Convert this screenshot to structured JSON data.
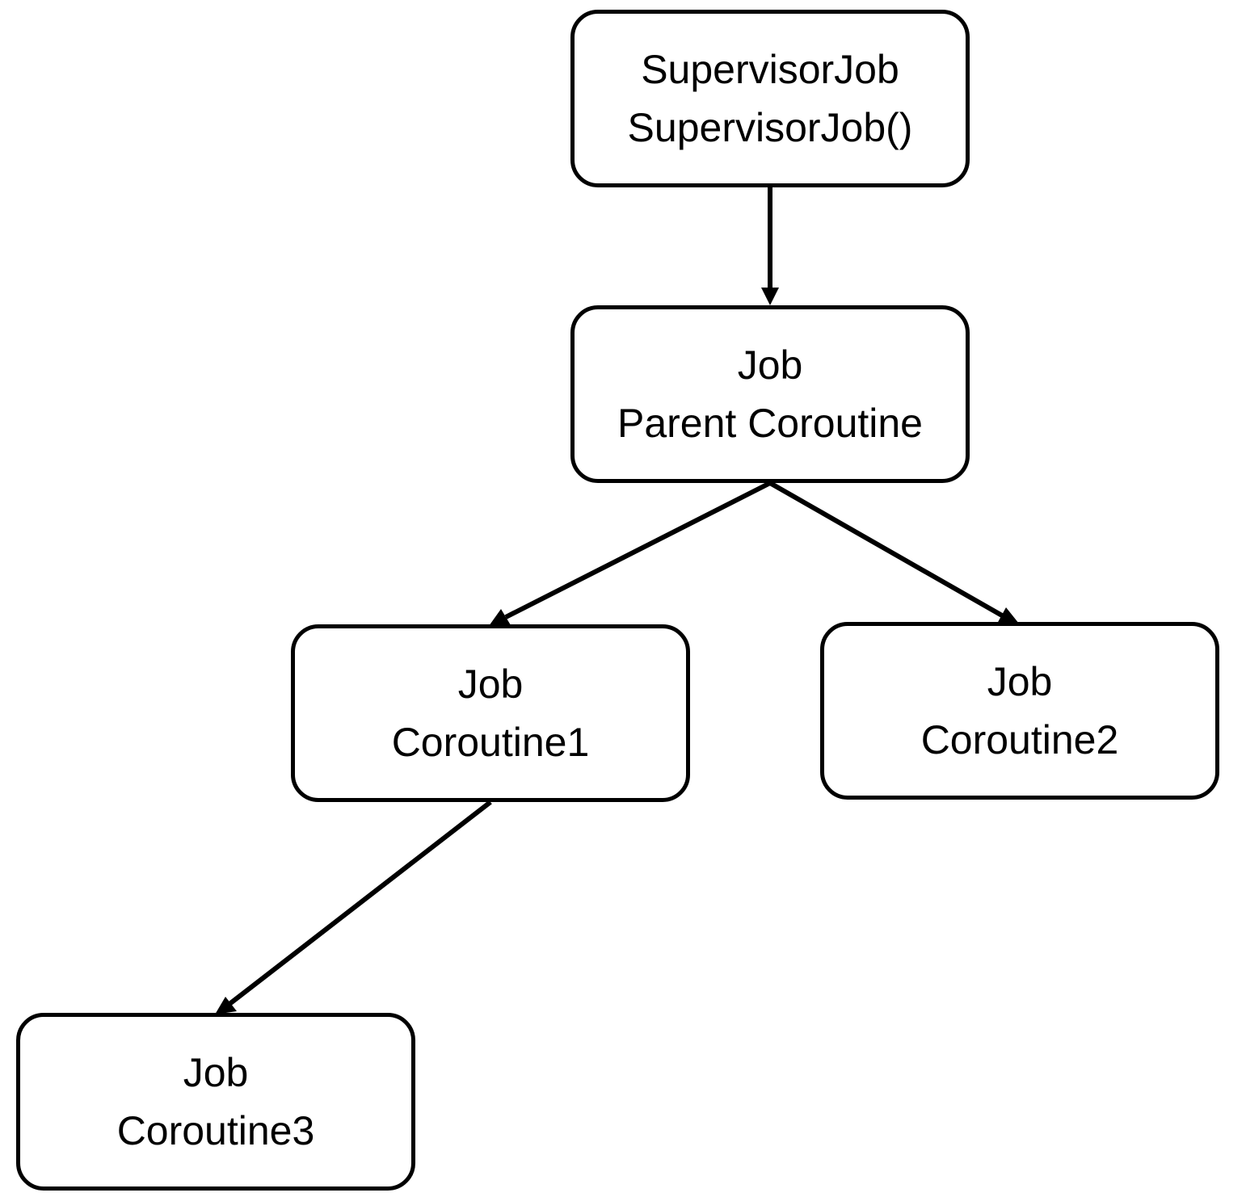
{
  "nodes": {
    "supervisor": {
      "line1": "SupervisorJob",
      "line2": "SupervisorJob()"
    },
    "parent": {
      "line1": "Job",
      "line2": "Parent Coroutine"
    },
    "coroutine1": {
      "line1": "Job",
      "line2": "Coroutine1"
    },
    "coroutine2": {
      "line1": "Job",
      "line2": "Coroutine2"
    },
    "coroutine3": {
      "line1": "Job",
      "line2": "Coroutine3"
    }
  },
  "edges": [
    {
      "from": "supervisor",
      "to": "parent"
    },
    {
      "from": "parent",
      "to": "coroutine1"
    },
    {
      "from": "parent",
      "to": "coroutine2"
    },
    {
      "from": "coroutine1",
      "to": "coroutine3"
    }
  ],
  "colors": {
    "stroke": "#000000",
    "background": "#ffffff",
    "text": "#000000"
  }
}
